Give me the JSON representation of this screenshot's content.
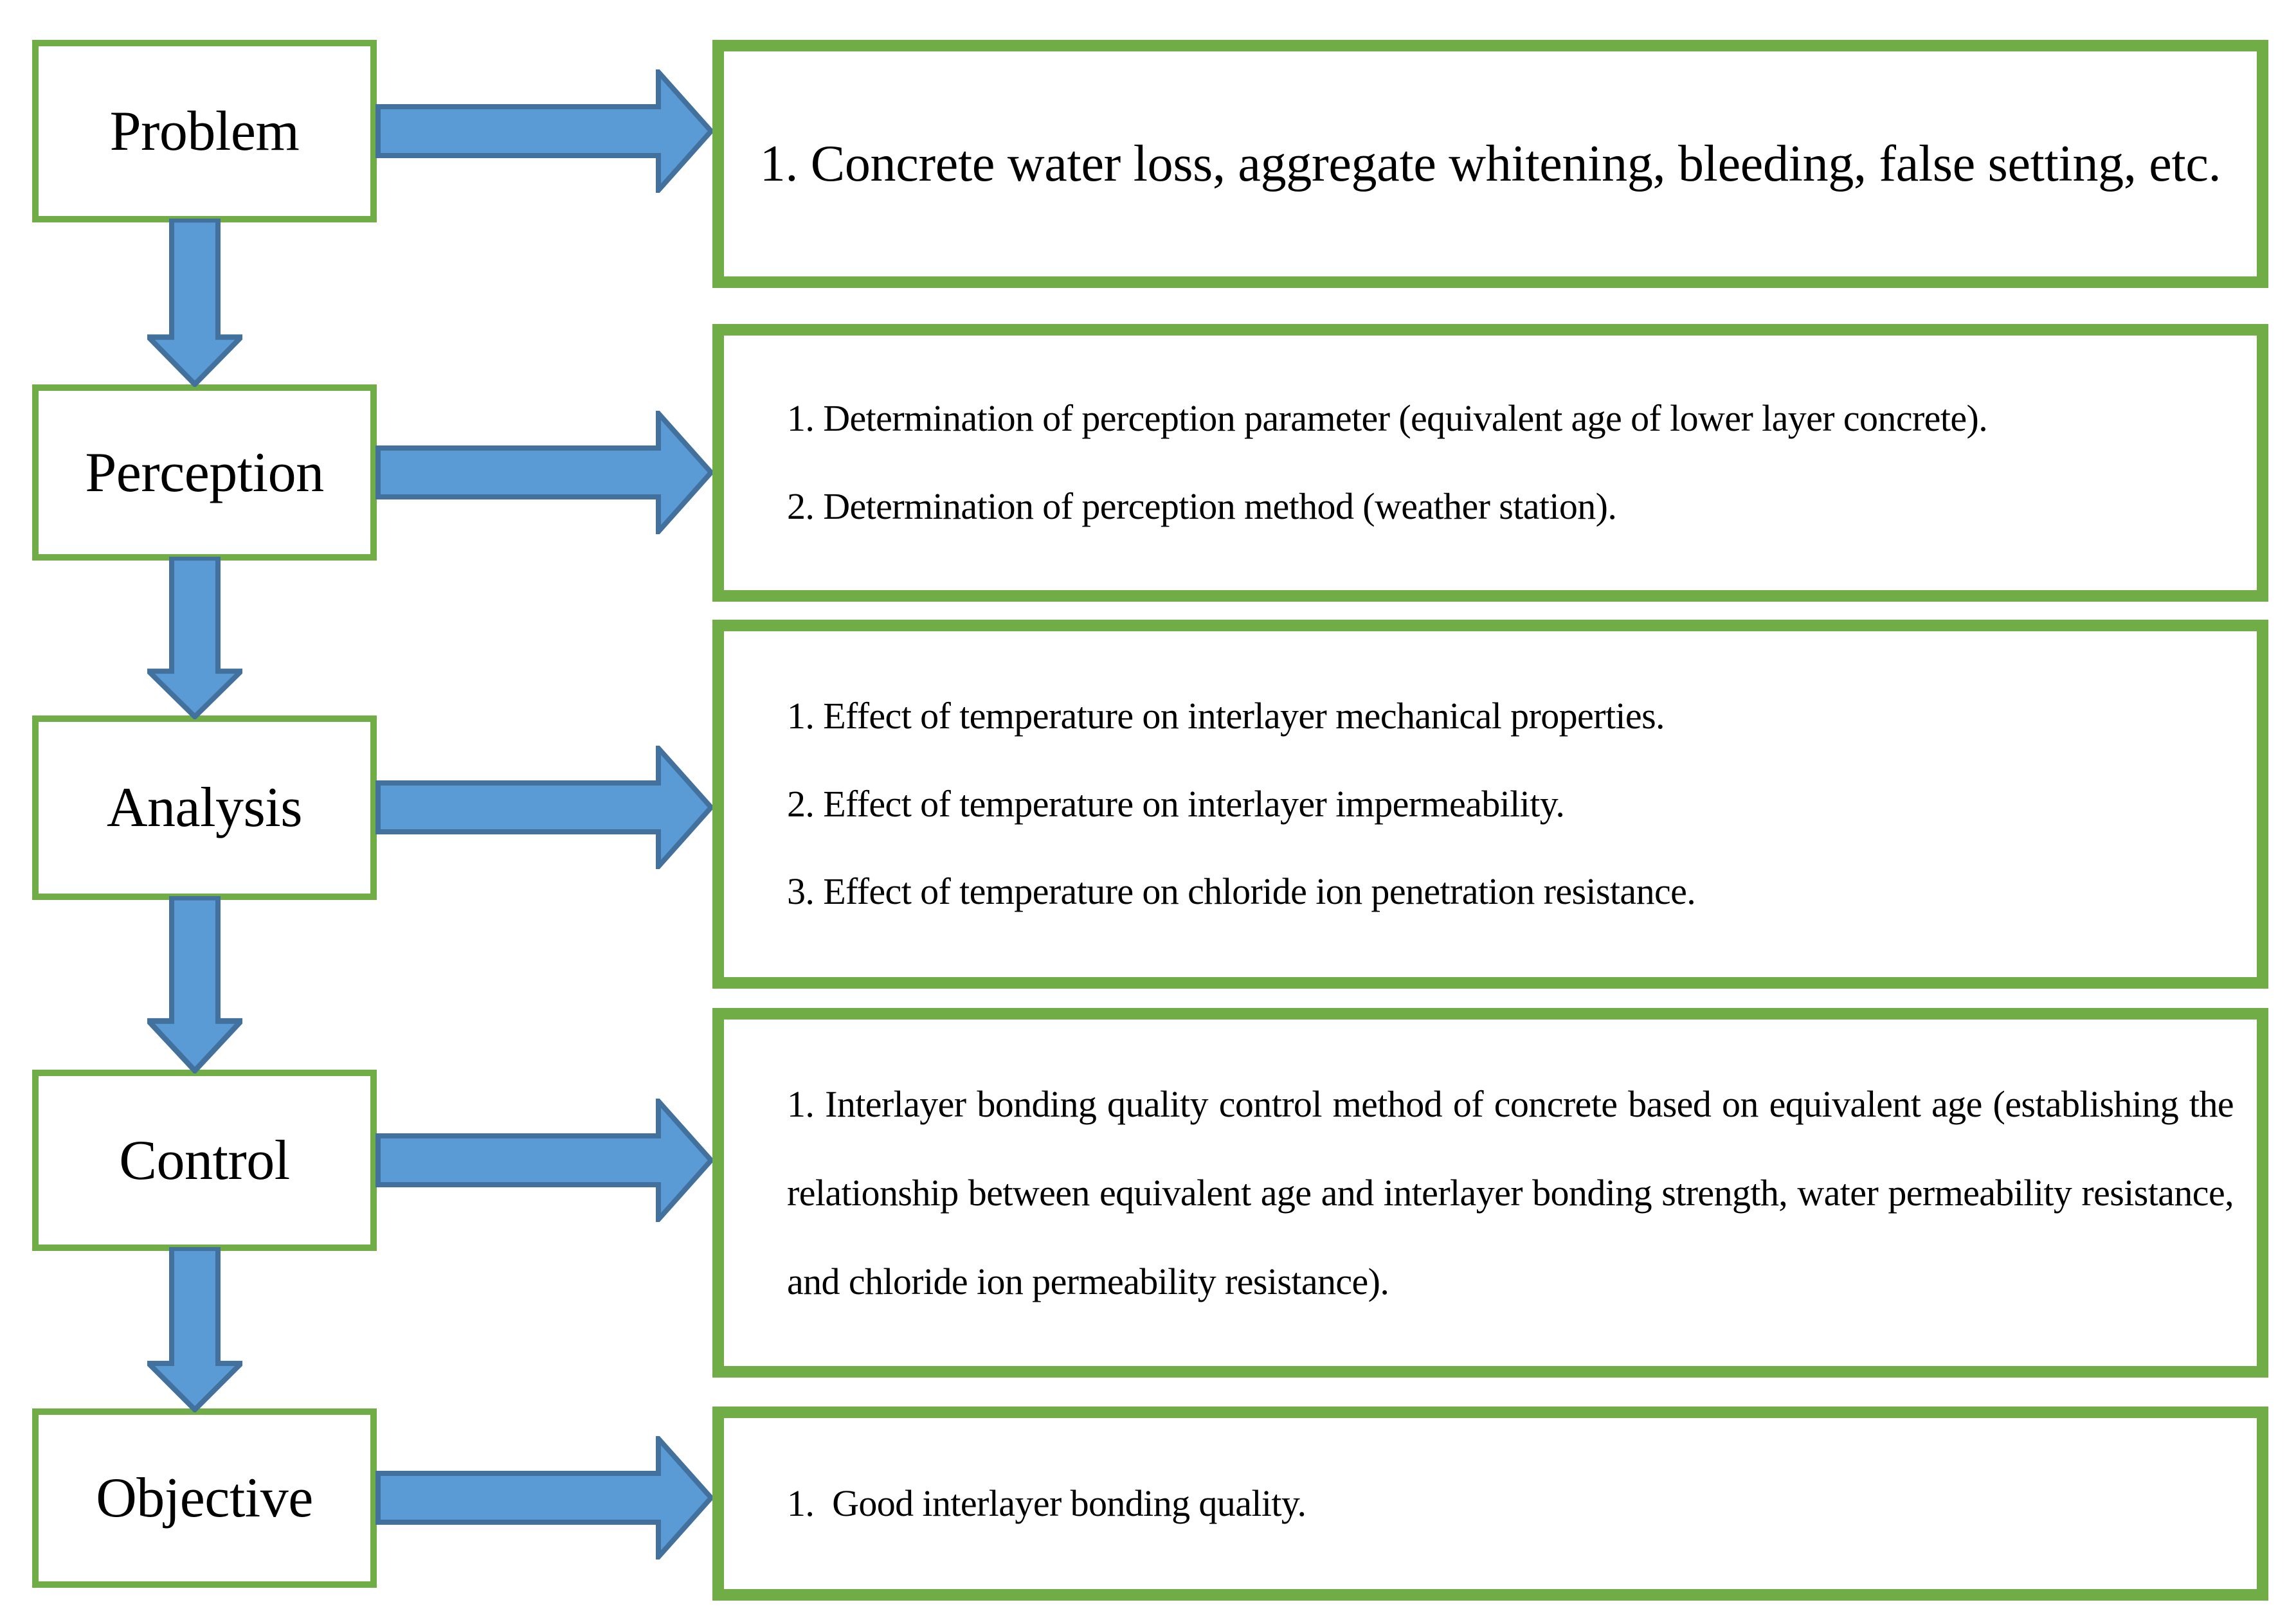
{
  "palette": {
    "box_border_green": "#70ad47",
    "arrow_fill_blue": "#5b9bd5",
    "arrow_edge_blue": "#41719c",
    "text_color": "#000000",
    "background": "#ffffff"
  },
  "icons": {
    "right_arrow": "right-block-arrow",
    "down_arrow": "down-block-arrow"
  },
  "flowchart": {
    "rows": [
      {
        "stage": "Problem",
        "details": {
          "text": "1. Concrete water loss, aggregate whitening, bleeding, false setting, etc."
        }
      },
      {
        "stage": "Perception",
        "details": {
          "lines": [
            "1. Determination of perception parameter (equivalent age of lower layer concrete).",
            "2. Determination of perception method (weather station)."
          ]
        }
      },
      {
        "stage": "Analysis",
        "details": {
          "lines": [
            "1. Effect of temperature on interlayer mechanical properties.",
            "2. Effect of temperature on interlayer impermeability.",
            "3. Effect of temperature on chloride ion penetration resistance."
          ]
        }
      },
      {
        "stage": "Control",
        "details": {
          "paragraph": "1. Interlayer bonding quality control method of concrete based on equivalent age (establishing the relationship between equivalent age and interlayer bonding strength, water permeability resistance, and chloride ion permeability resistance)."
        }
      },
      {
        "stage": "Objective",
        "details": {
          "lines": [
            "1.  Good interlayer bonding quality."
          ]
        }
      }
    ]
  }
}
